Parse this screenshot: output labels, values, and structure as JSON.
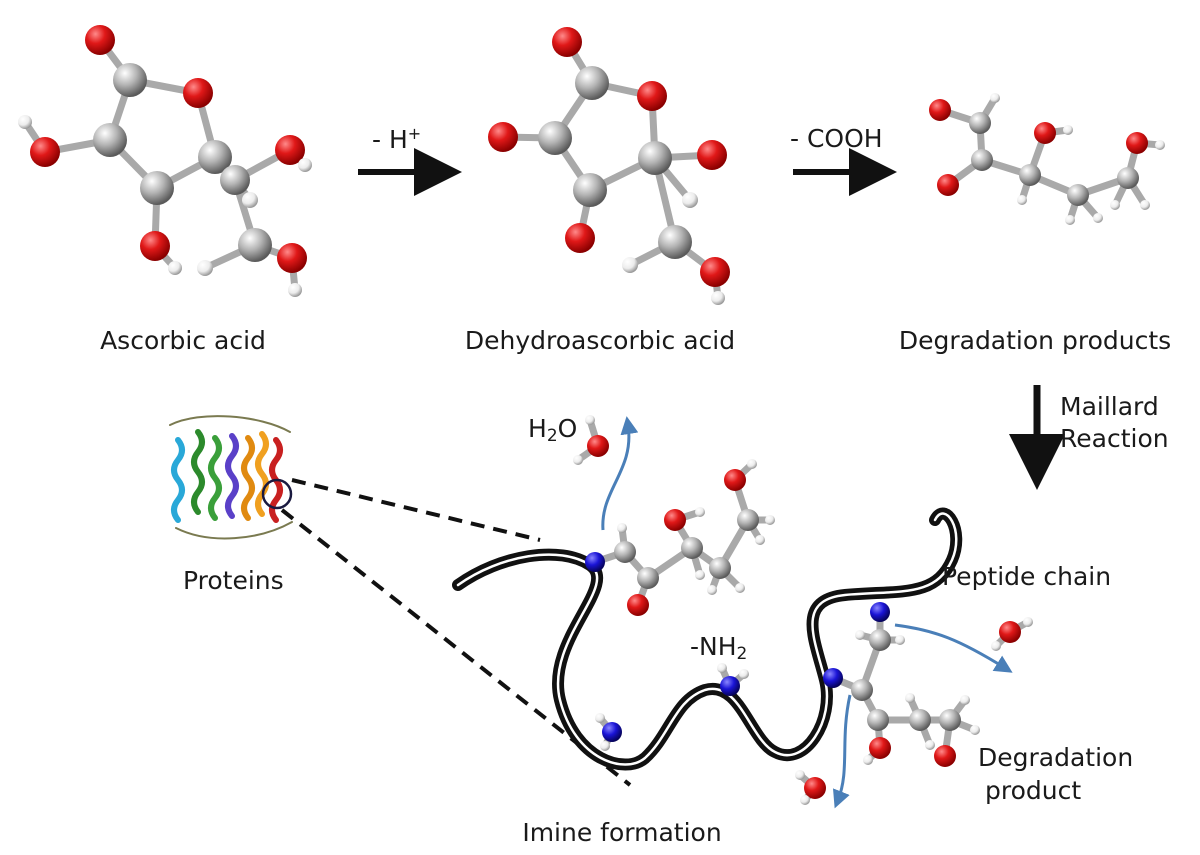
{
  "molecules": {
    "ascorbic_acid": "Ascorbic acid",
    "dehydroascorbic_acid": "Dehydroascorbic acid",
    "degradation_products": "Degradation products"
  },
  "steps": {
    "step1": {
      "prefix": "- H",
      "superscript": "+"
    },
    "step2": "- COOH",
    "step3_line1": "Maillard",
    "step3_line2": "Reaction"
  },
  "labels": {
    "water": {
      "prefix": "H",
      "subscript": "2",
      "suffix": "O"
    },
    "amine": {
      "prefix": "-NH",
      "subscript": "2"
    },
    "proteins": "Proteins",
    "peptide_chain": "Peptide chain",
    "degradation_product_line1": "Degradation",
    "degradation_product_line2": "product",
    "imine_formation": "Imine formation"
  },
  "colors": {
    "oxygen": "#e01818",
    "carbon": "#a8a8a8",
    "hydrogen": "#f2f2f2",
    "nitrogen": "#1a14d6",
    "chain": "#111111",
    "flow_arrow": "#4a7fb8"
  }
}
